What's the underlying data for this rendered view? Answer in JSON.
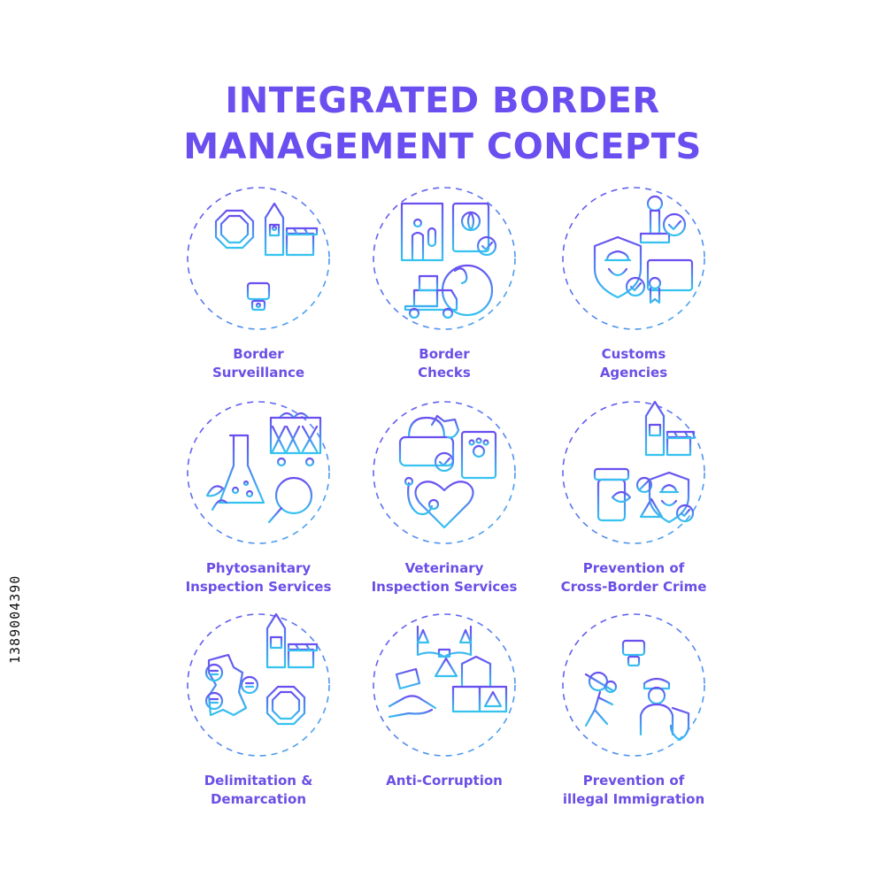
{
  "title": {
    "line1": "INTEGRATED BORDER",
    "line2": "MANAGEMENT CONCEPTS"
  },
  "colors": {
    "gradient_start": "#6a4ef0",
    "gradient_end": "#36c3f0",
    "label": "#6b4fe6"
  },
  "side_id": "1389004390",
  "concepts": [
    {
      "icon": "border-surveillance-icon",
      "line1": "Border",
      "line2": "Surveillance"
    },
    {
      "icon": "border-checks-icon",
      "line1": "Border",
      "line2": "Checks"
    },
    {
      "icon": "customs-agencies-icon",
      "line1": "Customs",
      "line2": "Agencies"
    },
    {
      "icon": "phytosanitary-icon",
      "line1": "Phytosanitary",
      "line2": "Inspection Services"
    },
    {
      "icon": "veterinary-icon",
      "line1": "Veterinary",
      "line2": "Inspection Services"
    },
    {
      "icon": "cross-border-crime-icon",
      "line1": "Prevention of",
      "line2": "Cross-Border Crime"
    },
    {
      "icon": "delimitation-icon",
      "line1": "Delimitation &",
      "line2": "Demarcation"
    },
    {
      "icon": "anti-corruption-icon",
      "line1": "Anti-Corruption",
      "line2": ""
    },
    {
      "icon": "illegal-immigration-icon",
      "line1": "Prevention of",
      "line2": "illegal Immigration"
    }
  ]
}
